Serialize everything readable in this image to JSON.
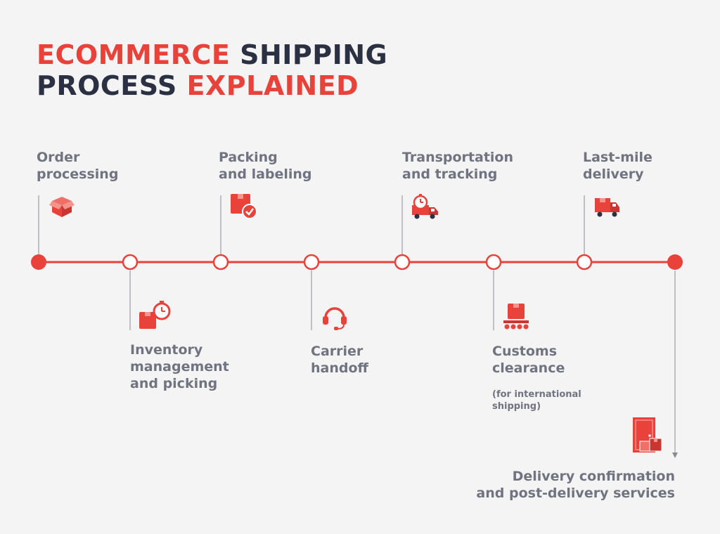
{
  "title": {
    "line1_red": "ECOMMERCE",
    "line1_dark": "SHIPPING",
    "line2_dark": "PROCESS",
    "line2_red": "EXPLAINED"
  },
  "colors": {
    "accent": "#e8423b",
    "dark_text": "#2b3142",
    "label_text": "#707380",
    "leader_line": "#8a8c92",
    "background": "#f4f4f4"
  },
  "steps": [
    {
      "line1": "Order",
      "line2": "processing",
      "icon": "box-icon"
    },
    {
      "line1": "Inventory",
      "line2": "management",
      "line3": "and picking",
      "icon": "box-stopwatch-icon"
    },
    {
      "line1": "Packing",
      "line2": "and labeling",
      "icon": "box-check-icon"
    },
    {
      "line1": "Carrier",
      "line2": "handoff",
      "icon": "headset-icon"
    },
    {
      "line1": "Transportation",
      "line2": "and tracking",
      "icon": "truck-clock-icon"
    },
    {
      "line1": "Customs",
      "line2": "clearance",
      "note_line1": "(for international",
      "note_line2": "shipping)",
      "icon": "box-conveyor-icon"
    },
    {
      "line1": "Last-mile",
      "line2": "delivery",
      "icon": "delivery-truck-icon"
    },
    {
      "line1": "Delivery confirmation",
      "line2": "and post-delivery services",
      "icon": "door-boxes-icon"
    }
  ]
}
